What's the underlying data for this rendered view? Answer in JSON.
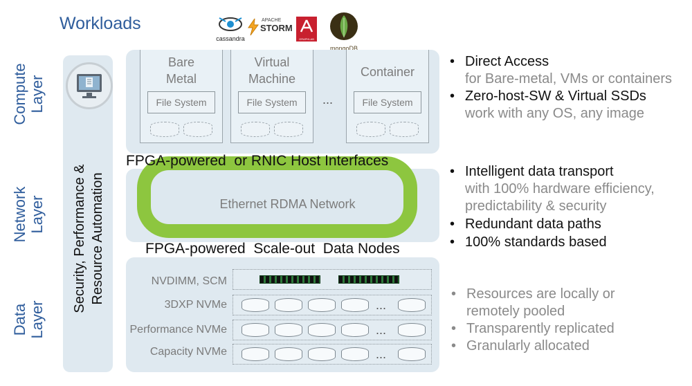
{
  "workloads": {
    "title": "Workloads",
    "logos": [
      "cassandra",
      "APACHE",
      "STORM",
      "GRAPHLAB",
      "mongoDB"
    ]
  },
  "layers": {
    "compute": "Compute\nLayer",
    "network": "Network\nLayer",
    "data": "Data\nLayer"
  },
  "sidebar": {
    "text": "Security, Performance &\nResource Automation",
    "icon": "monitor-icon"
  },
  "compute": {
    "columns": [
      {
        "title": "Bare\nMetal",
        "fs": "File System"
      },
      {
        "title": "Virtual\nMachine",
        "fs": "File System"
      },
      {
        "title": "Container",
        "fs": "File System"
      }
    ],
    "ellipsis": "..."
  },
  "network": {
    "top_label": "FPGA-powered  or RNIC Host Interfaces",
    "center_label": "Ethernet RDMA Network",
    "bottom_label": "FPGA-powered  Scale-out  Data Nodes",
    "ring_color": "#8dc63f"
  },
  "data": {
    "rows": [
      {
        "label": "NVDIMM, SCM"
      },
      {
        "label": "3DXP NVMe",
        "ellipsis": "..."
      },
      {
        "label": "Performance NVMe",
        "ellipsis": "..."
      },
      {
        "label": "Capacity NVMe",
        "ellipsis": "..."
      }
    ]
  },
  "bullets": {
    "compute": [
      {
        "text": "Direct Access",
        "style": "black"
      },
      {
        "text": "for Bare-metal, VMs or containers",
        "style": "grey-indent"
      },
      {
        "text": "Zero-host-SW & Virtual SSDs",
        "style": "black"
      },
      {
        "text": "work with any OS, any image",
        "style": "grey-indent"
      }
    ],
    "network": [
      {
        "text": "Intelligent data transport",
        "style": "black"
      },
      {
        "text": "with 100% hardware efficiency,",
        "style": "grey-indent"
      },
      {
        "text": "predictability & security",
        "style": "grey-indent"
      },
      {
        "text": "Redundant data paths",
        "style": "black"
      },
      {
        "text": "100% standards based",
        "style": "black"
      }
    ],
    "data": [
      {
        "text": "Resources are locally or",
        "style": "grey"
      },
      {
        "text": "remotely pooled",
        "style": "grey-indent"
      },
      {
        "text": "Transparently replicated",
        "style": "grey"
      },
      {
        "text": "Granularly allocated",
        "style": "grey"
      }
    ]
  }
}
